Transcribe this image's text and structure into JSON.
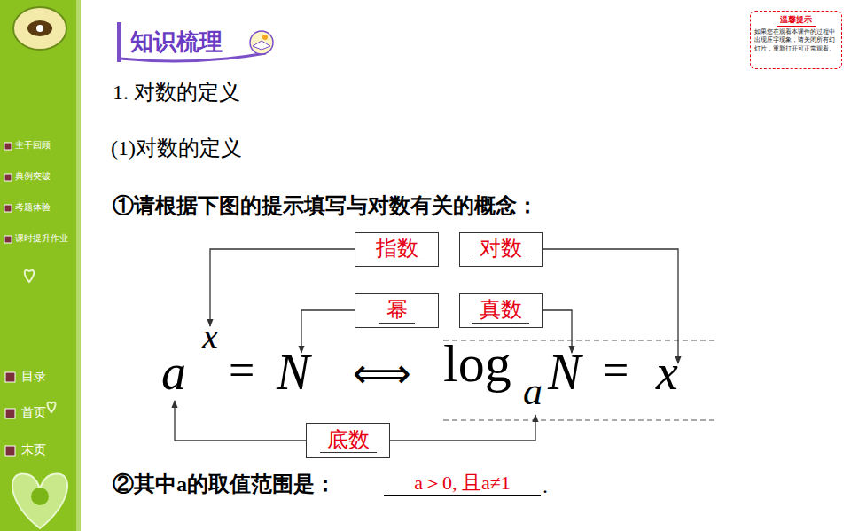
{
  "diagram": {
    "nodes": [
      {
        "text": [
          "温馨提示",
          "如果您在观看本课件的过程中出现压字现象，请关闭所有幻灯片，重新打开可正常观看。"
        ]
      },
      {
        "text": [
          "知识梳理"
        ]
      },
      {
        "text": [
          "指数"
        ]
      },
      {
        "text": [
          "对数"
        ]
      },
      {
        "text": [
          "幂"
        ]
      },
      {
        "text": [
          "真数"
        ]
      },
      {
        "text": [
          "底数"
        ]
      }
    ],
    "labels": [
      "主干回顾",
      "典例突破",
      "考题体验",
      "课时提升作业",
      "目录",
      "首页",
      "末页",
      "1. 对数的定义",
      "(1)对数的定义",
      "①请根据下图的提示填写与对数有关的概念：",
      "a",
      "x",
      "=",
      "N",
      "⟺",
      "log",
      "a",
      "N",
      "=",
      "x",
      "②其中a的取值范围是：",
      "a＞0, 且a≠1",
      "."
    ]
  }
}
